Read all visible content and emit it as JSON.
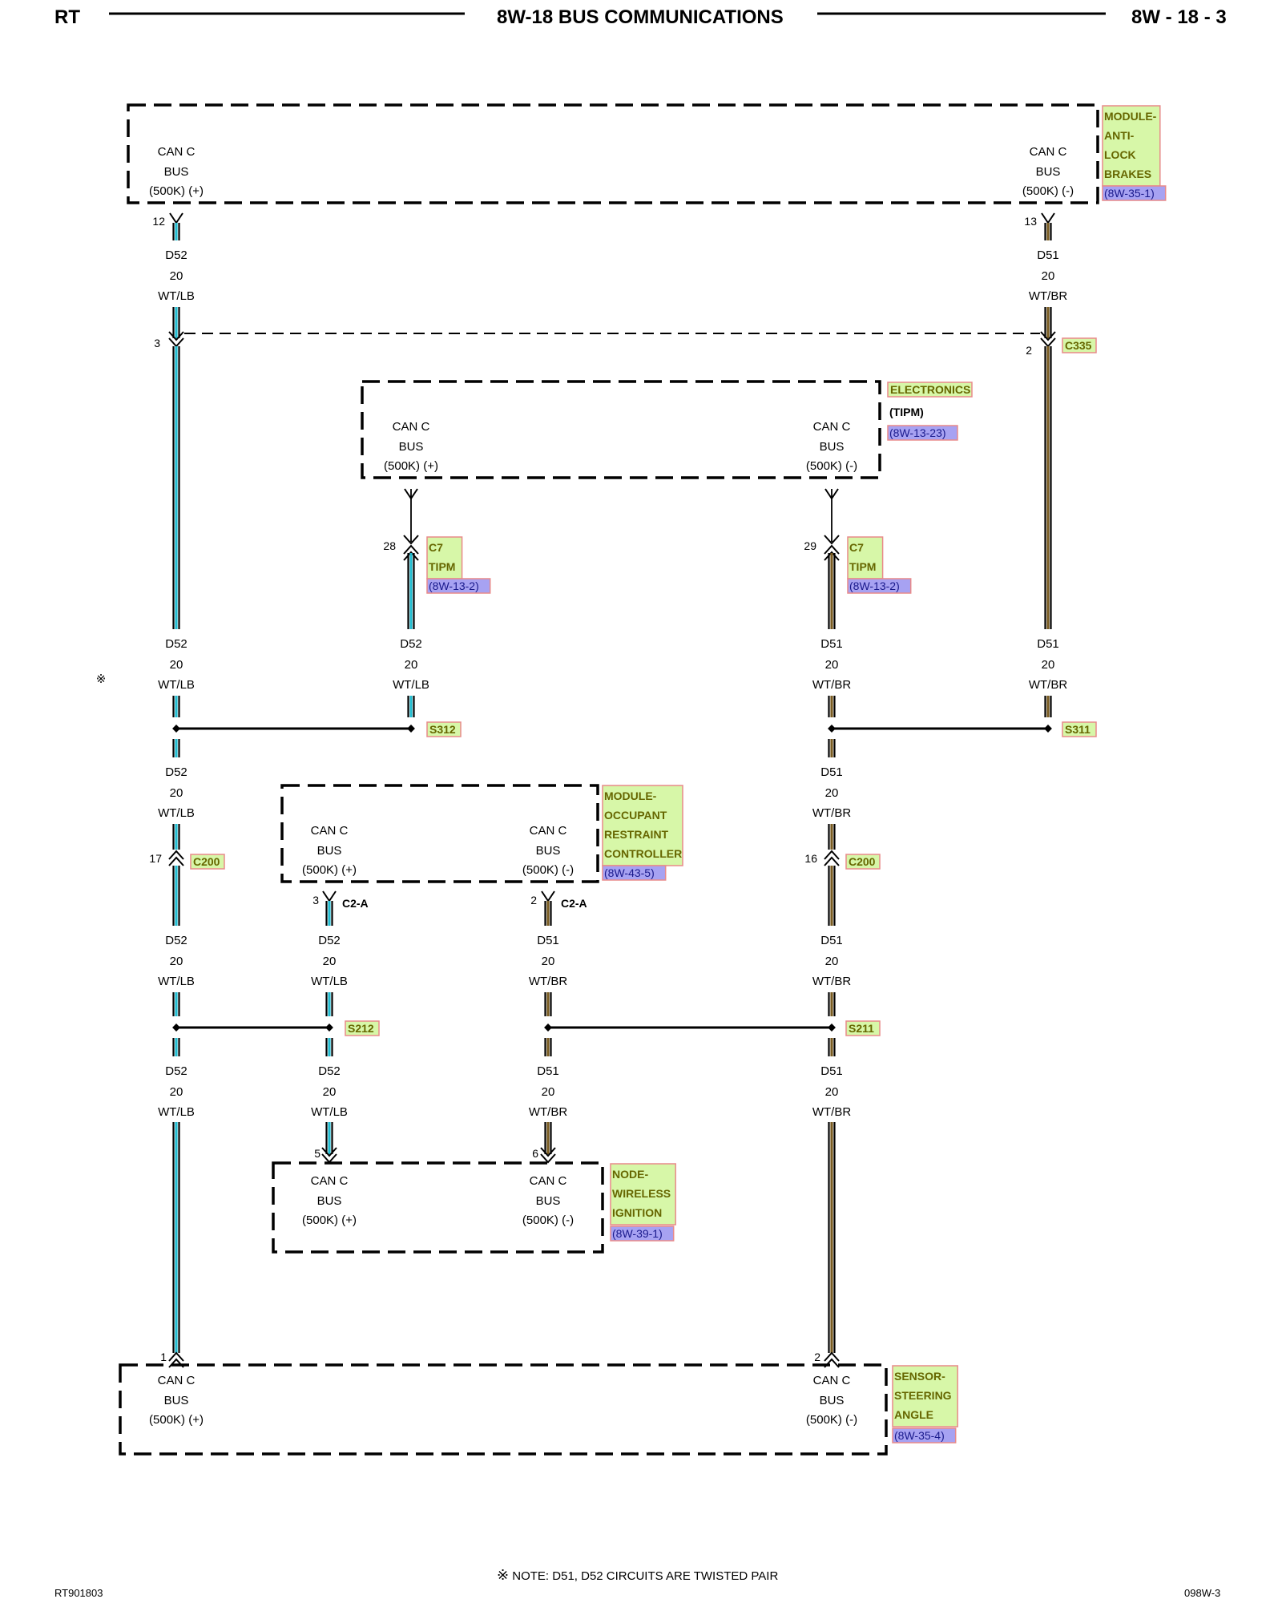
{
  "header": {
    "left": "RT",
    "title": "8W-18 BUS COMMUNICATIONS",
    "right": "8W - 18 - 3"
  },
  "footer": {
    "left": "RT901803",
    "right": "098W-3",
    "note": "NOTE:  D51, D52    CIRCUITS ARE TWISTED PAIR",
    "note_symbol": "※"
  },
  "colors": {
    "wt_lb": "#22bcd0",
    "wt_br": "#7a5c22",
    "tag_fill": "#d7f7a8",
    "tag_border": "#e88a8a",
    "ref_fill": "#a7a2f2"
  },
  "can": {
    "line1": "CAN C",
    "line2": "BUS",
    "plus": "(500K) (+)",
    "minus": "(500K) (-)"
  },
  "wire": {
    "d52": "D52",
    "d51": "D51",
    "gauge": "20",
    "wt_lb": "WT/LB",
    "wt_br": "WT/BR"
  },
  "modules": {
    "abs": {
      "tag_lines": [
        "MODULE-",
        "ANTI-",
        "LOCK",
        "BRAKES"
      ],
      "ref": "(8W-35-1)",
      "pin_plus": "12",
      "pin_minus": "13"
    },
    "tipm": {
      "tag": "ELECTRONICS",
      "sub": "(TIPM)",
      "ref": "(8W-13-23)",
      "pin_plus": "28",
      "pin_minus": "29",
      "c7_lines": [
        "C7",
        "TIPM"
      ],
      "c7_ref": "(8W-13-2)"
    },
    "orc": {
      "tag_lines": [
        "MODULE-",
        "OCCUPANT",
        "RESTRAINT",
        "CONTROLLER"
      ],
      "ref": "(8W-43-5)",
      "pin_plus": "3",
      "pin_minus": "2",
      "conn": "C2-A"
    },
    "wireless": {
      "tag_lines": [
        "NODE-",
        "WIRELESS",
        "IGNITION"
      ],
      "ref": "(8W-39-1)",
      "pin_plus": "5",
      "pin_minus": "6"
    },
    "sas": {
      "tag_lines": [
        "SENSOR-",
        "STEERING",
        "ANGLE"
      ],
      "ref": "(8W-35-4)",
      "pin_plus": "1",
      "pin_minus": "2"
    }
  },
  "connectors": {
    "c335": "C335",
    "c335_pin_left": "3",
    "c335_pin_right": "2",
    "c200": "C200",
    "c200_pin_left": "17",
    "c200_pin_right": "16"
  },
  "splices": {
    "s312": "S312",
    "s311": "S311",
    "s212": "S212",
    "s211": "S211"
  },
  "twisted_mark": "※"
}
